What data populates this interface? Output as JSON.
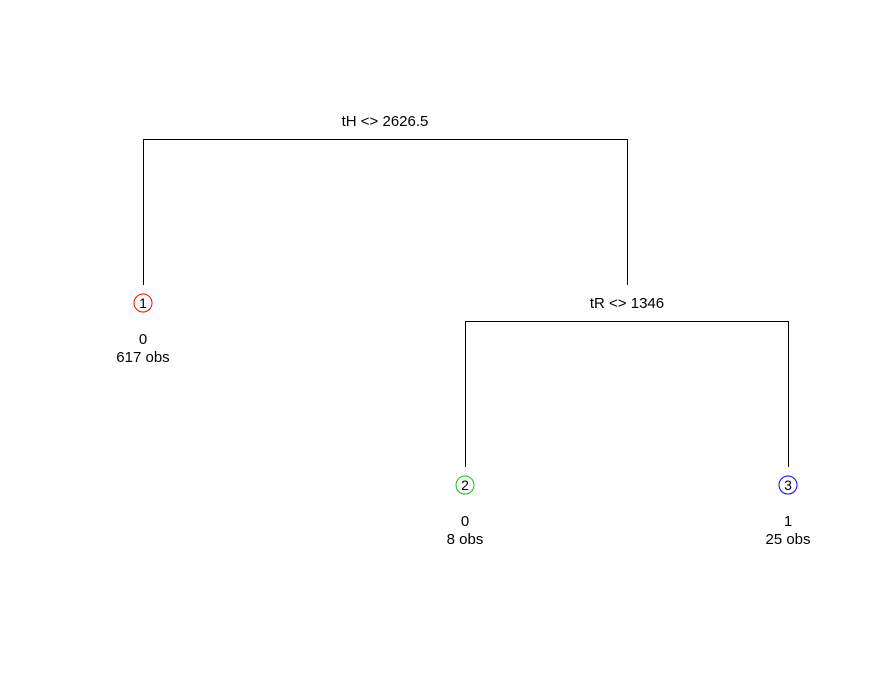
{
  "splits": [
    {
      "id": "root",
      "label": "tH <> 2626.5"
    },
    {
      "id": "right",
      "label": "tR <> 1346"
    }
  ],
  "leaves": [
    {
      "id": "1",
      "number": "1",
      "class_value": "0",
      "count": "617 obs",
      "color": "#ff0000"
    },
    {
      "id": "2",
      "number": "2",
      "class_value": "0",
      "count": "8 obs",
      "color": "#00cc00"
    },
    {
      "id": "3",
      "number": "3",
      "class_value": "1",
      "count": "25 obs",
      "color": "#0000ff"
    }
  ]
}
